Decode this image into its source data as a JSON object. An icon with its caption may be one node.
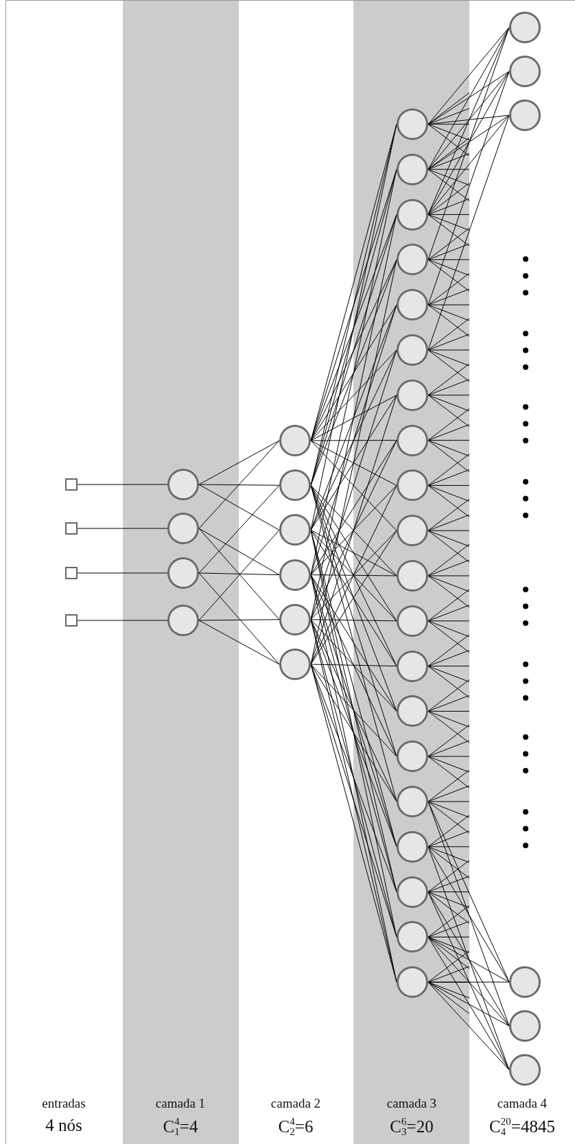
{
  "diagram": {
    "nodes": [
      {
        "text": [],
        "shape": "box"
      },
      {
        "text": [],
        "shape": "box"
      },
      {
        "text": [],
        "shape": "box"
      },
      {
        "text": [],
        "shape": "box"
      },
      {
        "text": [],
        "shape": "circle"
      },
      {
        "text": [],
        "shape": "circle"
      },
      {
        "text": [],
        "shape": "circle"
      },
      {
        "text": [],
        "shape": "circle"
      },
      {
        "text": [],
        "shape": "circle"
      },
      {
        "text": [],
        "shape": "circle"
      },
      {
        "text": [],
        "shape": "circle"
      },
      {
        "text": [],
        "shape": "circle"
      },
      {
        "text": [],
        "shape": "circle"
      },
      {
        "text": [],
        "shape": "circle"
      },
      {
        "text": [],
        "shape": "circle"
      },
      {
        "text": [],
        "shape": "circle"
      },
      {
        "text": [],
        "shape": "circle"
      },
      {
        "text": [],
        "shape": "circle"
      },
      {
        "text": [],
        "shape": "circle"
      },
      {
        "text": [],
        "shape": "circle"
      },
      {
        "text": [],
        "shape": "circle"
      },
      {
        "text": [],
        "shape": "circle"
      },
      {
        "text": [],
        "shape": "circle"
      },
      {
        "text": [],
        "shape": "circle"
      },
      {
        "text": [],
        "shape": "circle"
      },
      {
        "text": [],
        "shape": "circle"
      },
      {
        "text": [],
        "shape": "circle"
      },
      {
        "text": [],
        "shape": "circle"
      },
      {
        "text": [],
        "shape": "circle"
      },
      {
        "text": [],
        "shape": "circle"
      },
      {
        "text": [],
        "shape": "circle"
      },
      {
        "text": [],
        "shape": "circle"
      },
      {
        "text": [],
        "shape": "circle"
      },
      {
        "text": [],
        "shape": "circle"
      },
      {
        "text": [],
        "shape": "circle"
      },
      {
        "text": [],
        "shape": "circle"
      },
      {
        "text": [],
        "shape": "circle"
      },
      {
        "text": [],
        "shape": "circle"
      },
      {
        "text": [],
        "shape": "circle"
      },
      {
        "text": [],
        "shape": "circle"
      }
    ],
    "edges": [
      {
        "from": 0,
        "to": 4,
        "arrow": "none"
      },
      {
        "from": 1,
        "to": 5,
        "arrow": "none"
      },
      {
        "from": 2,
        "to": 6,
        "arrow": "none"
      },
      {
        "from": 3,
        "to": 7,
        "arrow": "none"
      },
      {
        "from": 4,
        "to": 8,
        "arrow": "none"
      },
      {
        "from": 4,
        "to": 9,
        "arrow": "none"
      },
      {
        "from": 4,
        "to": 10,
        "arrow": "none"
      },
      {
        "from": 5,
        "to": 8,
        "arrow": "none"
      },
      {
        "from": 5,
        "to": 11,
        "arrow": "none"
      },
      {
        "from": 5,
        "to": 12,
        "arrow": "none"
      },
      {
        "from": 6,
        "to": 9,
        "arrow": "none"
      },
      {
        "from": 6,
        "to": 11,
        "arrow": "none"
      },
      {
        "from": 6,
        "to": 13,
        "arrow": "none"
      },
      {
        "from": 7,
        "to": 10,
        "arrow": "none"
      },
      {
        "from": 7,
        "to": 12,
        "arrow": "none"
      },
      {
        "from": 7,
        "to": 13,
        "arrow": "none"
      },
      {
        "from": 8,
        "to": 14,
        "arrow": "none"
      },
      {
        "from": 9,
        "to": 14,
        "arrow": "none"
      },
      {
        "from": 10,
        "to": 14,
        "arrow": "none"
      },
      {
        "from": 8,
        "to": 15,
        "arrow": "none"
      },
      {
        "from": 9,
        "to": 15,
        "arrow": "none"
      },
      {
        "from": 11,
        "to": 15,
        "arrow": "none"
      },
      {
        "from": 8,
        "to": 16,
        "arrow": "none"
      },
      {
        "from": 9,
        "to": 16,
        "arrow": "none"
      },
      {
        "from": 12,
        "to": 16,
        "arrow": "none"
      },
      {
        "from": 8,
        "to": 17,
        "arrow": "none"
      },
      {
        "from": 9,
        "to": 17,
        "arrow": "none"
      },
      {
        "from": 13,
        "to": 17,
        "arrow": "none"
      },
      {
        "from": 8,
        "to": 18,
        "arrow": "none"
      },
      {
        "from": 10,
        "to": 18,
        "arrow": "none"
      },
      {
        "from": 11,
        "to": 18,
        "arrow": "none"
      },
      {
        "from": 8,
        "to": 19,
        "arrow": "none"
      },
      {
        "from": 10,
        "to": 19,
        "arrow": "none"
      },
      {
        "from": 12,
        "to": 19,
        "arrow": "none"
      },
      {
        "from": 8,
        "to": 20,
        "arrow": "none"
      },
      {
        "from": 10,
        "to": 20,
        "arrow": "none"
      },
      {
        "from": 13,
        "to": 20,
        "arrow": "none"
      },
      {
        "from": 8,
        "to": 21,
        "arrow": "none"
      },
      {
        "from": 11,
        "to": 21,
        "arrow": "none"
      },
      {
        "from": 12,
        "to": 21,
        "arrow": "none"
      },
      {
        "from": 8,
        "to": 22,
        "arrow": "none"
      },
      {
        "from": 11,
        "to": 22,
        "arrow": "none"
      },
      {
        "from": 13,
        "to": 22,
        "arrow": "none"
      },
      {
        "from": 8,
        "to": 23,
        "arrow": "none"
      },
      {
        "from": 12,
        "to": 23,
        "arrow": "none"
      },
      {
        "from": 13,
        "to": 23,
        "arrow": "none"
      },
      {
        "from": 9,
        "to": 24,
        "arrow": "none"
      },
      {
        "from": 10,
        "to": 24,
        "arrow": "none"
      },
      {
        "from": 11,
        "to": 24,
        "arrow": "none"
      },
      {
        "from": 9,
        "to": 25,
        "arrow": "none"
      },
      {
        "from": 10,
        "to": 25,
        "arrow": "none"
      },
      {
        "from": 12,
        "to": 25,
        "arrow": "none"
      },
      {
        "from": 9,
        "to": 26,
        "arrow": "none"
      },
      {
        "from": 10,
        "to": 26,
        "arrow": "none"
      },
      {
        "from": 13,
        "to": 26,
        "arrow": "none"
      },
      {
        "from": 9,
        "to": 27,
        "arrow": "none"
      },
      {
        "from": 11,
        "to": 27,
        "arrow": "none"
      },
      {
        "from": 12,
        "to": 27,
        "arrow": "none"
      },
      {
        "from": 9,
        "to": 28,
        "arrow": "none"
      },
      {
        "from": 11,
        "to": 28,
        "arrow": "none"
      },
      {
        "from": 13,
        "to": 28,
        "arrow": "none"
      },
      {
        "from": 9,
        "to": 29,
        "arrow": "none"
      },
      {
        "from": 12,
        "to": 29,
        "arrow": "none"
      },
      {
        "from": 13,
        "to": 29,
        "arrow": "none"
      },
      {
        "from": 10,
        "to": 30,
        "arrow": "none"
      },
      {
        "from": 11,
        "to": 30,
        "arrow": "none"
      },
      {
        "from": 12,
        "to": 30,
        "arrow": "none"
      },
      {
        "from": 10,
        "to": 31,
        "arrow": "none"
      },
      {
        "from": 11,
        "to": 31,
        "arrow": "none"
      },
      {
        "from": 13,
        "to": 31,
        "arrow": "none"
      },
      {
        "from": 10,
        "to": 32,
        "arrow": "none"
      },
      {
        "from": 12,
        "to": 32,
        "arrow": "none"
      },
      {
        "from": 13,
        "to": 32,
        "arrow": "none"
      },
      {
        "from": 11,
        "to": 33,
        "arrow": "none"
      },
      {
        "from": 12,
        "to": 33,
        "arrow": "none"
      },
      {
        "from": 13,
        "to": 33,
        "arrow": "none"
      },
      {
        "from": 14,
        "to": 34,
        "arrow": "none"
      },
      {
        "from": 15,
        "to": 34,
        "arrow": "none"
      },
      {
        "from": 16,
        "to": 34,
        "arrow": "none"
      },
      {
        "from": 17,
        "to": 34,
        "arrow": "none"
      },
      {
        "from": 14,
        "to": 35,
        "arrow": "none"
      },
      {
        "from": 15,
        "to": 35,
        "arrow": "none"
      },
      {
        "from": 16,
        "to": 35,
        "arrow": "none"
      },
      {
        "from": 18,
        "to": 35,
        "arrow": "none"
      },
      {
        "from": 14,
        "to": 36,
        "arrow": "none"
      },
      {
        "from": 15,
        "to": 36,
        "arrow": "none"
      },
      {
        "from": 16,
        "to": 36,
        "arrow": "none"
      },
      {
        "from": 19,
        "to": 36,
        "arrow": "none"
      },
      {
        "from": 29,
        "to": 37,
        "arrow": "none"
      },
      {
        "from": 30,
        "to": 37,
        "arrow": "none"
      },
      {
        "from": 32,
        "to": 37,
        "arrow": "none"
      },
      {
        "from": 33,
        "to": 37,
        "arrow": "none"
      },
      {
        "from": 29,
        "to": 38,
        "arrow": "none"
      },
      {
        "from": 31,
        "to": 38,
        "arrow": "none"
      },
      {
        "from": 32,
        "to": 38,
        "arrow": "none"
      },
      {
        "from": 33,
        "to": 38,
        "arrow": "none"
      },
      {
        "from": 30,
        "to": 39,
        "arrow": "none"
      },
      {
        "from": 31,
        "to": 39,
        "arrow": "none"
      },
      {
        "from": 32,
        "to": 39,
        "arrow": "none"
      },
      {
        "from": 33,
        "to": 39,
        "arrow": "none"
      },
      {
        "from": 14,
        "to": null,
        "arrow": "none"
      },
      {
        "from": 14,
        "to": null,
        "arrow": "none"
      },
      {
        "from": 14,
        "to": null,
        "arrow": "none"
      },
      {
        "from": 14,
        "to": null,
        "arrow": "none"
      },
      {
        "from": 14,
        "to": null,
        "arrow": "none"
      },
      {
        "from": 15,
        "to": null,
        "arrow": "none"
      },
      {
        "from": 15,
        "to": null,
        "arrow": "none"
      },
      {
        "from": 15,
        "to": null,
        "arrow": "none"
      },
      {
        "from": 15,
        "to": null,
        "arrow": "none"
      },
      {
        "from": 15,
        "to": null,
        "arrow": "none"
      },
      {
        "from": 16,
        "to": null,
        "arrow": "none"
      },
      {
        "from": 16,
        "to": null,
        "arrow": "none"
      },
      {
        "from": 16,
        "to": null,
        "arrow": "none"
      },
      {
        "from": 16,
        "to": null,
        "arrow": "none"
      },
      {
        "from": 16,
        "to": null,
        "arrow": "none"
      },
      {
        "from": 17,
        "to": null,
        "arrow": "none"
      },
      {
        "from": 17,
        "to": null,
        "arrow": "none"
      },
      {
        "from": 17,
        "to": null,
        "arrow": "none"
      },
      {
        "from": 17,
        "to": null,
        "arrow": "none"
      },
      {
        "from": 17,
        "to": null,
        "arrow": "none"
      },
      {
        "from": 18,
        "to": null,
        "arrow": "none"
      },
      {
        "from": 18,
        "to": null,
        "arrow": "none"
      },
      {
        "from": 18,
        "to": null,
        "arrow": "none"
      },
      {
        "from": 18,
        "to": null,
        "arrow": "none"
      },
      {
        "from": 18,
        "to": null,
        "arrow": "none"
      },
      {
        "from": 19,
        "to": null,
        "arrow": "none"
      },
      {
        "from": 19,
        "to": null,
        "arrow": "none"
      },
      {
        "from": 19,
        "to": null,
        "arrow": "none"
      },
      {
        "from": 19,
        "to": null,
        "arrow": "none"
      },
      {
        "from": 19,
        "to": null,
        "arrow": "none"
      },
      {
        "from": 20,
        "to": null,
        "arrow": "none"
      },
      {
        "from": 20,
        "to": null,
        "arrow": "none"
      },
      {
        "from": 20,
        "to": null,
        "arrow": "none"
      },
      {
        "from": 20,
        "to": null,
        "arrow": "none"
      },
      {
        "from": 20,
        "to": null,
        "arrow": "none"
      },
      {
        "from": 21,
        "to": null,
        "arrow": "none"
      },
      {
        "from": 21,
        "to": null,
        "arrow": "none"
      },
      {
        "from": 21,
        "to": null,
        "arrow": "none"
      },
      {
        "from": 21,
        "to": null,
        "arrow": "none"
      },
      {
        "from": 21,
        "to": null,
        "arrow": "none"
      },
      {
        "from": 22,
        "to": null,
        "arrow": "none"
      },
      {
        "from": 22,
        "to": null,
        "arrow": "none"
      },
      {
        "from": 22,
        "to": null,
        "arrow": "none"
      },
      {
        "from": 22,
        "to": null,
        "arrow": "none"
      },
      {
        "from": 22,
        "to": null,
        "arrow": "none"
      },
      {
        "from": 23,
        "to": null,
        "arrow": "none"
      },
      {
        "from": 23,
        "to": null,
        "arrow": "none"
      },
      {
        "from": 23,
        "to": null,
        "arrow": "none"
      },
      {
        "from": 23,
        "to": null,
        "arrow": "none"
      },
      {
        "from": 23,
        "to": null,
        "arrow": "none"
      },
      {
        "from": 24,
        "to": null,
        "arrow": "none"
      },
      {
        "from": 24,
        "to": null,
        "arrow": "none"
      },
      {
        "from": 24,
        "to": null,
        "arrow": "none"
      },
      {
        "from": 24,
        "to": null,
        "arrow": "none"
      },
      {
        "from": 24,
        "to": null,
        "arrow": "none"
      },
      {
        "from": 25,
        "to": null,
        "arrow": "none"
      },
      {
        "from": 25,
        "to": null,
        "arrow": "none"
      },
      {
        "from": 25,
        "to": null,
        "arrow": "none"
      },
      {
        "from": 25,
        "to": null,
        "arrow": "none"
      },
      {
        "from": 25,
        "to": null,
        "arrow": "none"
      },
      {
        "from": 26,
        "to": null,
        "arrow": "none"
      },
      {
        "from": 26,
        "to": null,
        "arrow": "none"
      },
      {
        "from": 26,
        "to": null,
        "arrow": "none"
      },
      {
        "from": 26,
        "to": null,
        "arrow": "none"
      },
      {
        "from": 26,
        "to": null,
        "arrow": "none"
      },
      {
        "from": 27,
        "to": null,
        "arrow": "none"
      },
      {
        "from": 27,
        "to": null,
        "arrow": "none"
      },
      {
        "from": 27,
        "to": null,
        "arrow": "none"
      },
      {
        "from": 27,
        "to": null,
        "arrow": "none"
      },
      {
        "from": 27,
        "to": null,
        "arrow": "none"
      },
      {
        "from": 28,
        "to": null,
        "arrow": "none"
      },
      {
        "from": 28,
        "to": null,
        "arrow": "none"
      },
      {
        "from": 28,
        "to": null,
        "arrow": "none"
      },
      {
        "from": 28,
        "to": null,
        "arrow": "none"
      },
      {
        "from": 28,
        "to": null,
        "arrow": "none"
      },
      {
        "from": 29,
        "to": null,
        "arrow": "none"
      },
      {
        "from": 29,
        "to": null,
        "arrow": "none"
      },
      {
        "from": 29,
        "to": null,
        "arrow": "none"
      },
      {
        "from": 29,
        "to": null,
        "arrow": "none"
      },
      {
        "from": 29,
        "to": null,
        "arrow": "none"
      },
      {
        "from": 30,
        "to": null,
        "arrow": "none"
      },
      {
        "from": 30,
        "to": null,
        "arrow": "none"
      },
      {
        "from": 30,
        "to": null,
        "arrow": "none"
      },
      {
        "from": 30,
        "to": null,
        "arrow": "none"
      },
      {
        "from": 30,
        "to": null,
        "arrow": "none"
      },
      {
        "from": 31,
        "to": null,
        "arrow": "none"
      },
      {
        "from": 31,
        "to": null,
        "arrow": "none"
      },
      {
        "from": 31,
        "to": null,
        "arrow": "none"
      },
      {
        "from": 31,
        "to": null,
        "arrow": "none"
      },
      {
        "from": 31,
        "to": null,
        "arrow": "none"
      },
      {
        "from": 32,
        "to": null,
        "arrow": "none"
      },
      {
        "from": 32,
        "to": null,
        "arrow": "none"
      },
      {
        "from": 32,
        "to": null,
        "arrow": "none"
      },
      {
        "from": 32,
        "to": null,
        "arrow": "none"
      },
      {
        "from": 32,
        "to": null,
        "arrow": "none"
      },
      {
        "from": 33,
        "to": null,
        "arrow": "none"
      },
      {
        "from": 33,
        "to": null,
        "arrow": "none"
      },
      {
        "from": 33,
        "to": null,
        "arrow": "none"
      },
      {
        "from": 33,
        "to": null,
        "arrow": "none"
      },
      {
        "from": 33,
        "to": null,
        "arrow": "none"
      }
    ],
    "labels": [
      "entradas",
      "4 nós",
      "camada 1",
      "C$^{4}$$_{1}$=4",
      "camada 2",
      "C$^{4}$$_{2}$=6",
      "camada 3",
      "C$^{6}$$_{3}$=20",
      "camada 4",
      "C$^{20}$$_{4}$=4845"
    ]
  }
}
